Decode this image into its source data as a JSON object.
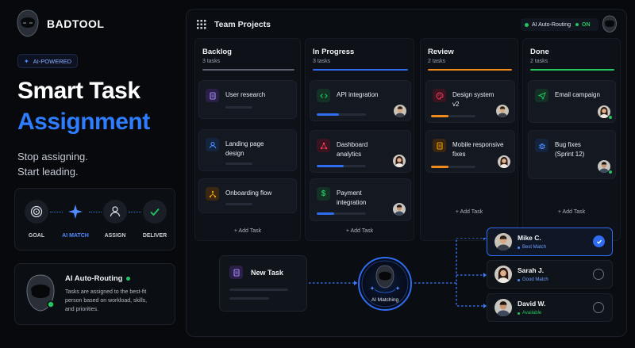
{
  "brand": {
    "name": "BADTOOL"
  },
  "hero": {
    "badge": "AI-POWERED",
    "title_line1": "Smart Task",
    "title_line2": "Assignment",
    "subtitle_line1": "Stop assigning.",
    "subtitle_line2": "Start leading."
  },
  "steps": [
    {
      "label": "GOAL",
      "icon": "target-icon"
    },
    {
      "label": "AI MATCH",
      "icon": "sparkle-icon"
    },
    {
      "label": "ASSIGN",
      "icon": "user-icon"
    },
    {
      "label": "DELIVER",
      "icon": "check-icon"
    }
  ],
  "ai_card": {
    "title": "AI Auto-Routing",
    "desc_line1": "Tasks are assigned to the best-fit",
    "desc_line2": "person based on workload, skills,",
    "desc_line3": "and priorities."
  },
  "board": {
    "title": "Team Projects",
    "routing_label": "AI Auto-Routing",
    "routing_state": "ON",
    "add_task": "+ Add Task",
    "columns": [
      {
        "title": "Backlog",
        "count": "3 tasks",
        "accent": "#6b7280",
        "tasks": [
          {
            "name": "User research"
          },
          {
            "name_l1": "Landing page",
            "name_l2": "design"
          },
          {
            "name": "Onboarding flow"
          }
        ]
      },
      {
        "title": "In Progress",
        "count": "3 tasks",
        "accent": "#2f6cf0",
        "tasks": [
          {
            "name": "API integration",
            "progress": 0.45
          },
          {
            "name_l1": "Dashboard",
            "name_l2": "analytics",
            "progress": 0.55
          },
          {
            "name_l1": "Payment",
            "name_l2": "integration",
            "progress": 0.35
          }
        ]
      },
      {
        "title": "Review",
        "count": "2 tasks",
        "accent": "#f08a1c",
        "tasks": [
          {
            "name_l1": "Design system",
            "name_l2": "v2",
            "progress": 0.4
          },
          {
            "name_l1": "Mobile responsive",
            "name_l2": "fixes",
            "progress": 0.4
          }
        ]
      },
      {
        "title": "Done",
        "count": "2 tasks",
        "accent": "#22c55e",
        "tasks": [
          {
            "name": "Email campaign"
          },
          {
            "name_l1": "Bug fixes",
            "name_l2": "(Sprint 12)"
          }
        ]
      }
    ]
  },
  "matching": {
    "new_task": "New Task",
    "center_label": "AI Matching",
    "candidates": [
      {
        "name": "Mike C.",
        "status": "Best Match",
        "status_color": "#4f8cff",
        "selected": true
      },
      {
        "name": "Sarah J.",
        "status": "Good Match",
        "status_color": "#4f8cff",
        "selected": false
      },
      {
        "name": "David W.",
        "status": "Available",
        "status_color": "#22c55e",
        "selected": false
      }
    ]
  }
}
